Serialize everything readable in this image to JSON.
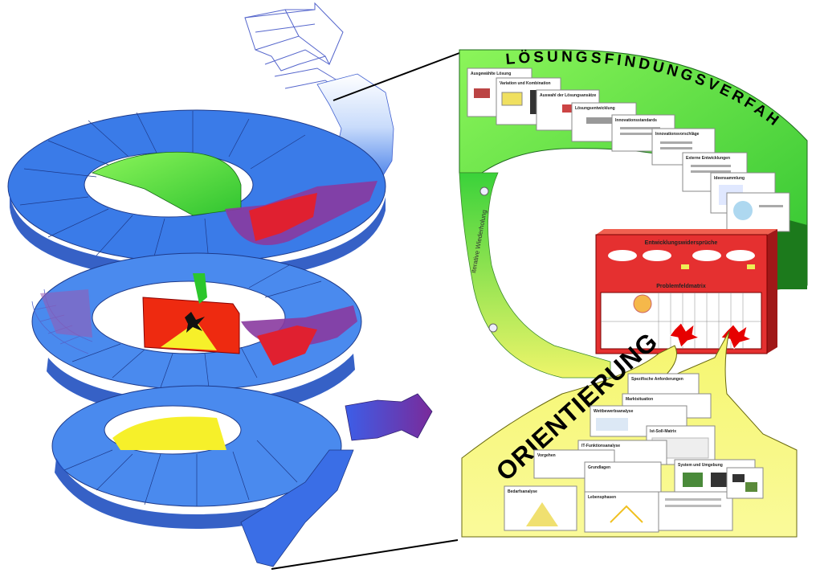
{
  "labels": {
    "solution_title": "LÖSUNGSFINDUNGSVERFAHREN",
    "orientation_title": "ORIENTIERUNG",
    "iteration_label": "iterative Wiederholung",
    "decision_title": "Entwicklungswidersprüche",
    "problem_matrix_title": "Problemfeldmatrix"
  },
  "solution_cards": [
    {
      "title": "Ausgewählte Lösung"
    },
    {
      "title": "Variation und Kombination"
    },
    {
      "title": "Auswahl der Lösungsansätze"
    },
    {
      "title": "Lösungsentwicklung"
    },
    {
      "title": "Innovationsstandards"
    },
    {
      "title": "Innovationsvorschläge"
    },
    {
      "title": "Externe Entwicklungen"
    },
    {
      "title": "Ideensammlung"
    }
  ],
  "orientation_cards": [
    {
      "title": "Spezifische Anforderungen"
    },
    {
      "title": "Marktsituation"
    },
    {
      "title": "Wettbewerbsanalyse"
    },
    {
      "title": "Ist-Soll-Matrix"
    },
    {
      "title": "IT-Funktionsanalyse"
    },
    {
      "title": "Vorgehen"
    },
    {
      "title": "System und Umgebung"
    },
    {
      "title": "Grundlagen"
    },
    {
      "title": "Bedarfsanalyse"
    },
    {
      "title": "Lebensphasen"
    }
  ],
  "colors": {
    "ring_blue": "#3a7be8",
    "ring_light": "#5a9cf0",
    "purple": "#8a3aa0",
    "red": "#e02030",
    "green": "#2cc62c",
    "lime": "#66ee44",
    "yellow": "#f5f56a",
    "matrix_red": "#e53030"
  }
}
